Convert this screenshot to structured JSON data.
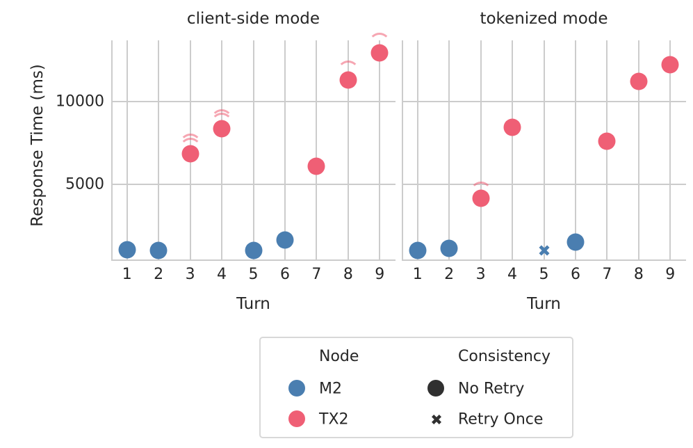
{
  "chart_data": {
    "type": "scatter",
    "title": "",
    "xlabel": "Turn",
    "ylabel": "Response Time (ms)",
    "x": [
      1,
      2,
      3,
      4,
      5,
      6,
      7,
      8,
      9
    ],
    "xtick_labels": [
      "1",
      "2",
      "3",
      "4",
      "5",
      "6",
      "7",
      "8",
      "9"
    ],
    "ytick_labels": [
      "5000",
      "10000"
    ],
    "ytick_values": [
      5000,
      10000
    ],
    "ylim": [
      380,
      13700
    ],
    "xlim": [
      0.5,
      9.5
    ],
    "grid": "both",
    "legend_position": "bottom-center",
    "panels": [
      {
        "title": "client-side mode",
        "points": [
          {
            "turn": 1,
            "node": "M2",
            "consistency": "No Retry",
            "value": 1050
          },
          {
            "turn": 2,
            "node": "M2",
            "consistency": "No Retry",
            "value": 1010
          },
          {
            "turn": 3,
            "node": "TX2",
            "consistency": "No Retry",
            "value": 6850
          },
          {
            "turn": 4,
            "node": "TX2",
            "consistency": "No Retry",
            "value": 8350
          },
          {
            "turn": 5,
            "node": "M2",
            "consistency": "No Retry",
            "value": 1010
          },
          {
            "turn": 6,
            "node": "M2",
            "consistency": "No Retry",
            "value": 1630
          },
          {
            "turn": 7,
            "node": "TX2",
            "consistency": "No Retry",
            "value": 6100
          },
          {
            "turn": 8,
            "node": "TX2",
            "consistency": "No Retry",
            "value": 11300
          },
          {
            "turn": 9,
            "node": "TX2",
            "consistency": "No Retry",
            "value": 12950
          }
        ],
        "ghosts": [
          {
            "turn": 3,
            "node": "TX2",
            "value": 7400
          },
          {
            "turn": 3,
            "node": "TX2",
            "value": 7150
          },
          {
            "turn": 4,
            "node": "TX2",
            "value": 8850
          },
          {
            "turn": 4,
            "node": "TX2",
            "value": 8650
          },
          {
            "turn": 8,
            "node": "TX2",
            "value": 11800
          },
          {
            "turn": 9,
            "node": "TX2",
            "value": 13500
          }
        ]
      },
      {
        "title": "tokenized mode",
        "points": [
          {
            "turn": 1,
            "node": "M2",
            "consistency": "No Retry",
            "value": 1000
          },
          {
            "turn": 2,
            "node": "M2",
            "consistency": "No Retry",
            "value": 1150
          },
          {
            "turn": 3,
            "node": "TX2",
            "consistency": "No Retry",
            "value": 4150
          },
          {
            "turn": 4,
            "node": "TX2",
            "consistency": "No Retry",
            "value": 8450
          },
          {
            "turn": 5,
            "node": "M2",
            "consistency": "Retry Once",
            "value": 990
          },
          {
            "turn": 6,
            "node": "M2",
            "consistency": "No Retry",
            "value": 1530
          },
          {
            "turn": 7,
            "node": "TX2",
            "consistency": "No Retry",
            "value": 7600
          },
          {
            "turn": 8,
            "node": "TX2",
            "consistency": "No Retry",
            "value": 11200
          },
          {
            "turn": 9,
            "node": "TX2",
            "consistency": "No Retry",
            "value": 12250
          }
        ],
        "ghosts": [
          {
            "turn": 3,
            "node": "TX2",
            "value": 4500
          },
          {
            "turn": 8,
            "node": "TX2",
            "value": 10800
          },
          {
            "turn": 9,
            "node": "TX2",
            "value": 11850
          }
        ]
      }
    ]
  },
  "legend": {
    "node_header": "Node",
    "consistency_header": "Consistency",
    "node_items": [
      {
        "label": "M2",
        "marker": "circle",
        "color": "#4a7eb0"
      },
      {
        "label": "TX2",
        "marker": "circle",
        "color": "#ef5f75"
      }
    ],
    "consistency_items": [
      {
        "label": "No Retry",
        "marker": "circle",
        "color": "#303030"
      },
      {
        "label": "Retry Once",
        "marker": "x",
        "color": "#303030"
      }
    ]
  },
  "colors": {
    "m2": "#4a7eb0",
    "tx2": "#ef5f75",
    "grid": "#cccccc",
    "text": "#262626",
    "legend_border": "#d8d8d8",
    "background": "#ffffff"
  }
}
